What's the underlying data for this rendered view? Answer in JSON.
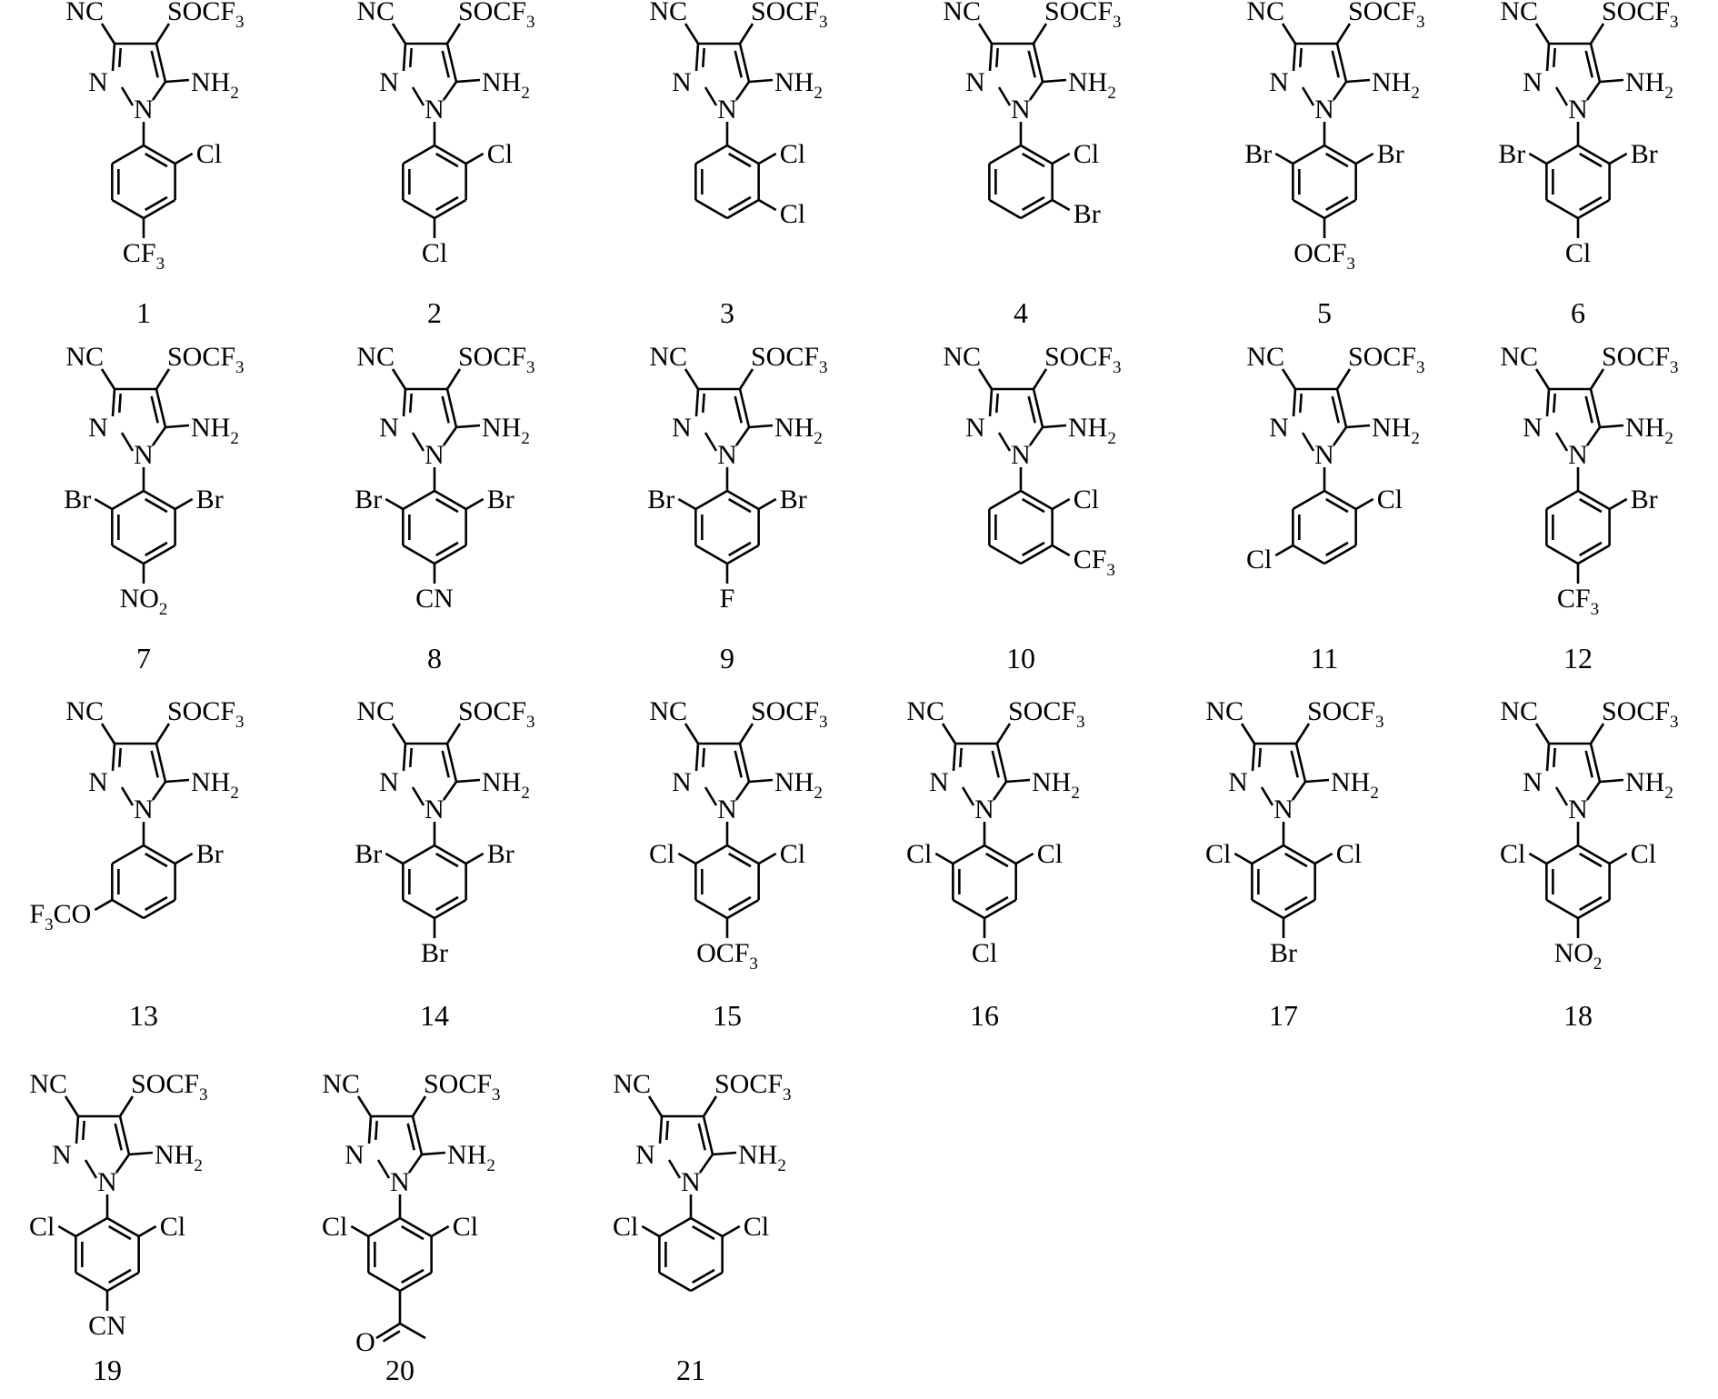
{
  "compounds": [
    {
      "label": "1",
      "R2": "Cl",
      "R3": "",
      "R4": "CF3",
      "R5": "",
      "R6": ""
    },
    {
      "label": "2",
      "R2": "Cl",
      "R3": "",
      "R4": "Cl",
      "R5": "",
      "R6": ""
    },
    {
      "label": "3",
      "R2": "Cl",
      "R3": "Cl",
      "R4": "",
      "R5": "",
      "R6": ""
    },
    {
      "label": "4",
      "R2": "Cl",
      "R3": "Br",
      "R4": "",
      "R5": "",
      "R6": ""
    },
    {
      "label": "5",
      "R2": "Br",
      "R3": "",
      "R4": "OCF3",
      "R5": "",
      "R6": "Br"
    },
    {
      "label": "6",
      "R2": "Br",
      "R3": "",
      "R4": "Cl",
      "R5": "",
      "R6": "Br"
    },
    {
      "label": "7",
      "R2": "Br",
      "R3": "",
      "R4": "NO2",
      "R5": "",
      "R6": "Br"
    },
    {
      "label": "8",
      "R2": "Br",
      "R3": "",
      "R4": "CN",
      "R5": "",
      "R6": "Br"
    },
    {
      "label": "9",
      "R2": "Br",
      "R3": "",
      "R4": "F",
      "R5": "",
      "R6": "Br"
    },
    {
      "label": "10",
      "R2": "Cl",
      "R3": "CF3",
      "R4": "",
      "R5": "",
      "R6": ""
    },
    {
      "label": "11",
      "R2": "Cl",
      "R3": "",
      "R4": "",
      "R5": "Cl",
      "R6": ""
    },
    {
      "label": "12",
      "R2": "Br",
      "R3": "",
      "R4": "CF3",
      "R5": "",
      "R6": ""
    },
    {
      "label": "13",
      "R2": "Br",
      "R3": "",
      "R4": "",
      "R5": "OCF3",
      "R6": ""
    },
    {
      "label": "14",
      "R2": "Br",
      "R3": "",
      "R4": "Br",
      "R5": "",
      "R6": "Br"
    },
    {
      "label": "15",
      "R2": "Cl",
      "R3": "",
      "R4": "OCF3",
      "R5": "",
      "R6": "Cl"
    },
    {
      "label": "16",
      "R2": "Cl",
      "R3": "",
      "R4": "Cl",
      "R5": "",
      "R6": "Cl"
    },
    {
      "label": "17",
      "R2": "Cl",
      "R3": "",
      "R4": "Br",
      "R5": "",
      "R6": "Cl"
    },
    {
      "label": "18",
      "R2": "Cl",
      "R3": "",
      "R4": "NO2",
      "R5": "",
      "R6": "Cl"
    },
    {
      "label": "19",
      "R2": "Cl",
      "R3": "",
      "R4": "CN",
      "R5": "",
      "R6": "Cl"
    },
    {
      "label": "20",
      "R2": "Cl",
      "R3": "",
      "R4": "acetyl",
      "R5": "",
      "R6": "Cl"
    },
    {
      "label": "21",
      "R2": "Cl",
      "R3": "",
      "R4": "",
      "R5": "",
      "R6": "Cl"
    }
  ],
  "core_labels": {
    "cyano": "NC",
    "sulfinyl": "SOCF3",
    "ring_n1": "N",
    "ring_n2": "N",
    "amino": "NH2"
  }
}
